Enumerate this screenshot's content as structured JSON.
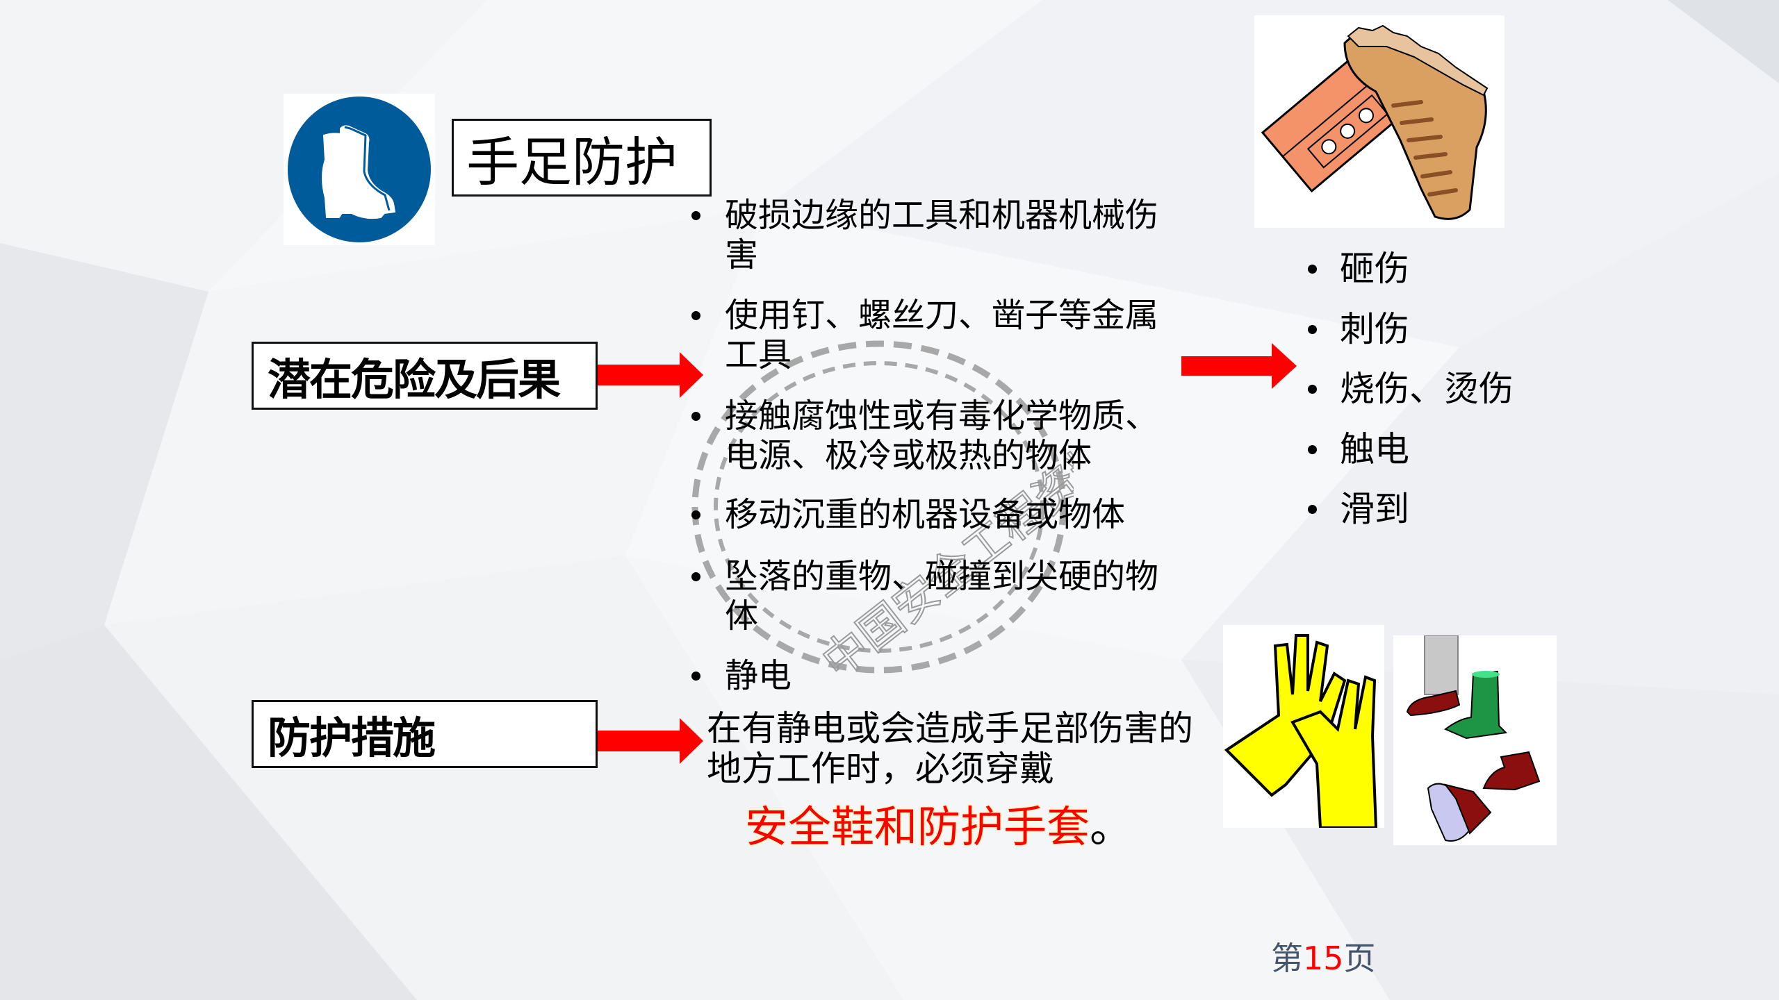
{
  "slide": {
    "title": "手足防护",
    "title_icon": "safety-boot-icon",
    "sections": {
      "hazard": {
        "label": "潜在危险及后果",
        "causes": [
          "破损边缘的工具和机器机械伤害",
          "使用钉、螺丝刀、凿子等金属工具",
          "接触腐蚀性或有毒化学物质、电源、极冷或极热的物体",
          "移动沉重的机器设备或物体",
          "坠落的重物、碰撞到尖硬的物体",
          "静电"
        ],
        "cause_lines": [
          [
            "破损边缘的工具和机器机械伤",
            "害"
          ],
          [
            "使用钉、螺丝刀、凿子等金属",
            "工具"
          ],
          [
            "接触腐蚀性或有毒化学物质、",
            "电源、极冷或极热的物体"
          ],
          [
            "移动沉重的机器设备或物体"
          ],
          [
            "坠落的重物、碰撞到尖硬的物",
            "体"
          ],
          [
            "静电"
          ]
        ],
        "consequences": [
          "砸伤",
          "刺伤",
          "烧伤、烫伤",
          "触电",
          "滑到"
        ]
      },
      "measures": {
        "label": "防护措施",
        "text_line1": "在有静电或会造成手足部伤害的",
        "text_line2": "地方工作时，必须穿戴",
        "emphasis": "安全鞋和防护手套",
        "emphasis_period": "。"
      }
    },
    "images": {
      "boot_brick": "boot-stepping-on-brick-illustration",
      "gloves": "yellow-gloves-illustration",
      "shoes": "safety-shoes-illustration"
    },
    "watermark_text": "中国安全工程资料库",
    "page": {
      "prefix": "第",
      "number": "15",
      "suffix": "页"
    },
    "colors": {
      "arrow": "#ff0000",
      "icon_blue": "#005b9a",
      "page_text": "#44546a",
      "emphasis": "#ff0000"
    }
  }
}
